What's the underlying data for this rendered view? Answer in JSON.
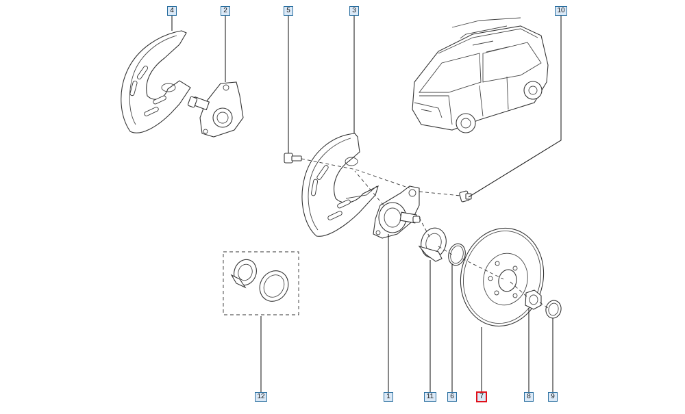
{
  "callouts": [
    {
      "id": "c4",
      "label": "4"
    },
    {
      "id": "c2",
      "label": "2"
    },
    {
      "id": "c5",
      "label": "5"
    },
    {
      "id": "c3",
      "label": "3"
    },
    {
      "id": "c10",
      "label": "10"
    },
    {
      "id": "c12",
      "label": "12"
    },
    {
      "id": "c1",
      "label": "1"
    },
    {
      "id": "c11",
      "label": "11"
    },
    {
      "id": "c6",
      "label": "6"
    },
    {
      "id": "c7",
      "label": "7",
      "selected": true
    },
    {
      "id": "c8",
      "label": "8"
    },
    {
      "id": "c9",
      "label": "9"
    }
  ],
  "colors": {
    "callout_border": "#2a6fa0",
    "callout_fill": "#dbe9f7",
    "selected_border": "#e0101a",
    "line": "#333333"
  }
}
